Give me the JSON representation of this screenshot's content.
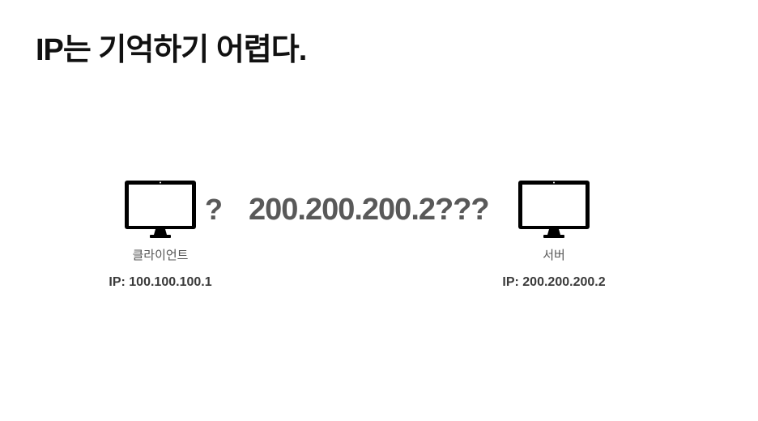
{
  "slide": {
    "title": "IP는 기억하기 어렵다."
  },
  "client": {
    "icon": "monitor-icon",
    "label": "클라이언트",
    "ip": "IP: 100.100.100.1"
  },
  "server": {
    "icon": "monitor-icon",
    "label": "서버",
    "ip": "IP: 200.200.200.2"
  },
  "thought": {
    "question": "?",
    "target_ip": "200.200.200.2???"
  },
  "colors": {
    "title": "#111111",
    "emphasis_text": "#595959",
    "monitor": "#000000"
  }
}
